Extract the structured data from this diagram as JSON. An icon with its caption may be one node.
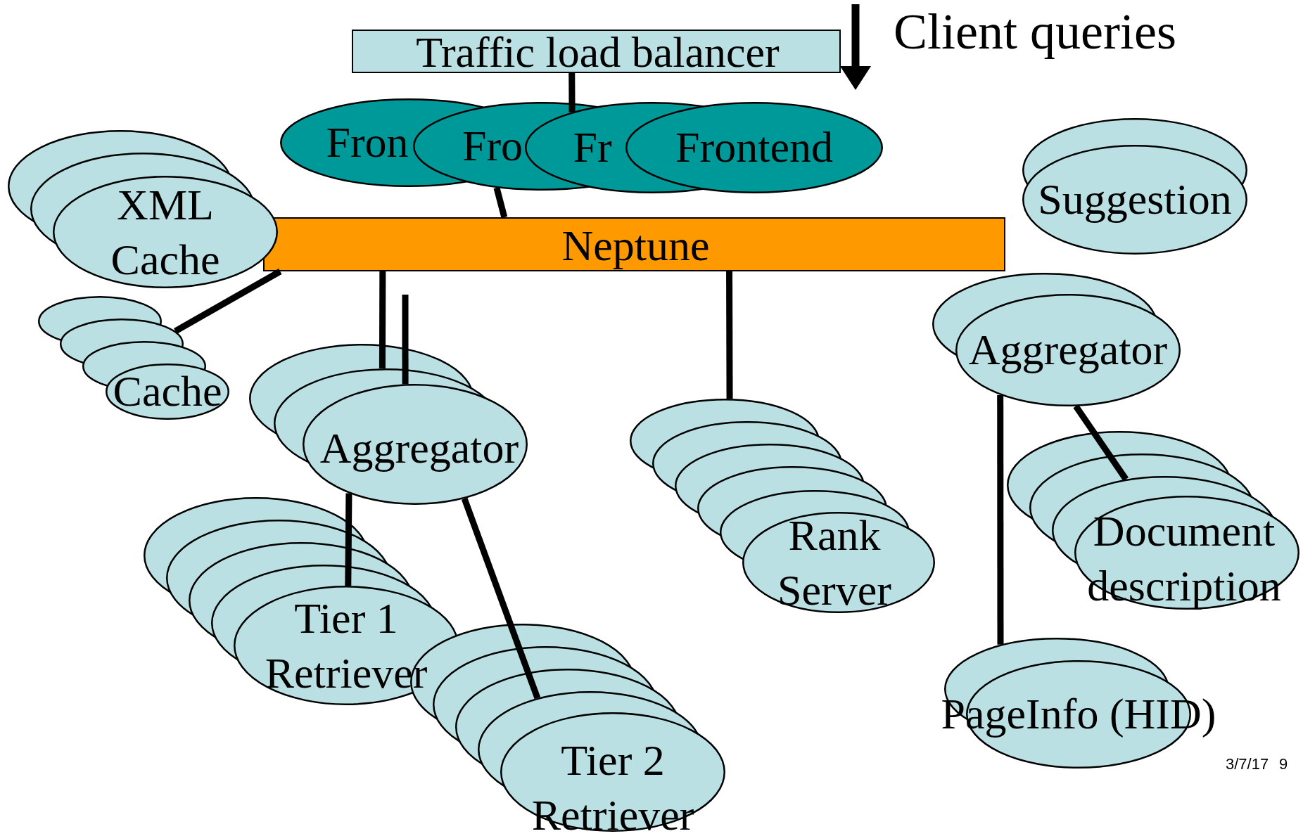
{
  "diagram": {
    "nodes": [
      {
        "text": [
          "Traffic load balancer"
        ]
      },
      {
        "text": [
          "Fron",
          "Fro",
          "Fr",
          "Frontend"
        ]
      },
      {
        "text": [
          "Neptune"
        ]
      },
      {
        "text": [
          "Suggestion"
        ]
      },
      {
        "text": [
          "XML Cache"
        ]
      },
      {
        "text": [
          "Cache"
        ]
      },
      {
        "text": [
          "Aggregator"
        ]
      },
      {
        "text": [
          "Tier 1 Retriever"
        ]
      },
      {
        "text": [
          "Tier 2 Retriever"
        ]
      },
      {
        "text": [
          "Rank Server"
        ]
      },
      {
        "text": [
          "Aggregator"
        ]
      },
      {
        "text": [
          "Document description"
        ]
      },
      {
        "text": [
          "PageInfo (HID)"
        ]
      }
    ],
    "edges": [
      {
        "from": 0,
        "to": 1,
        "arrow": "none"
      },
      {
        "from": 1,
        "to": 2,
        "arrow": "none"
      },
      {
        "from": 2,
        "to": 5,
        "arrow": "none"
      },
      {
        "from": 2,
        "to": 6,
        "arrow": "none"
      },
      {
        "from": null,
        "to": 6,
        "arrow": "none"
      },
      {
        "from": 6,
        "to": 7,
        "arrow": "none"
      },
      {
        "from": 6,
        "to": 8,
        "arrow": "none"
      },
      {
        "from": 2,
        "to": 9,
        "arrow": "none"
      },
      {
        "from": 10,
        "to": 11,
        "arrow": "none"
      },
      {
        "from": 10,
        "to": 12,
        "arrow": "none"
      }
    ],
    "labels": [
      "Client queries",
      "3/7/17",
      "9"
    ]
  }
}
